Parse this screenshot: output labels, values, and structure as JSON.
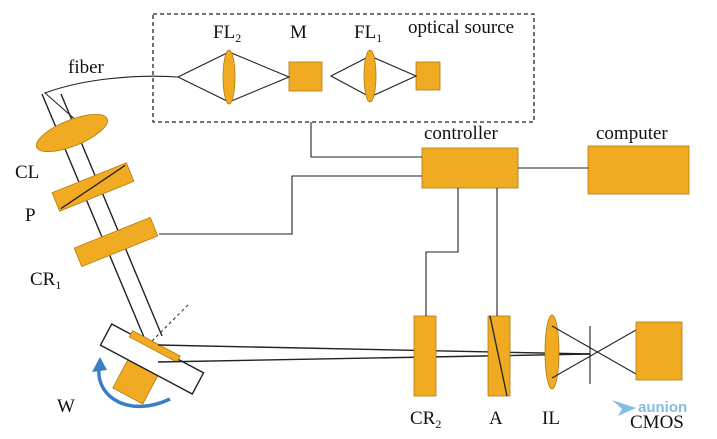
{
  "colors": {
    "component_fill": "#f0ab22",
    "line": "#222222",
    "rotation_arrow": "#3a7fc4",
    "background": "#ffffff"
  },
  "labels": {
    "optical_source": "optical source",
    "fl2_main": "FL",
    "fl2_sub": "2",
    "m": "M",
    "fl1_main": "FL",
    "fl1_sub": "1",
    "fiber": "fiber",
    "controller": "controller",
    "computer": "computer",
    "cl": "CL",
    "p": "P",
    "cr1_main": "CR",
    "cr1_sub": "1",
    "w": "W",
    "cr2_main": "CR",
    "cr2_sub": "2",
    "a": "A",
    "il": "IL",
    "cmos": "CMOS"
  },
  "watermark": {
    "text": "aunion",
    "icon": "paper-plane-icon"
  }
}
